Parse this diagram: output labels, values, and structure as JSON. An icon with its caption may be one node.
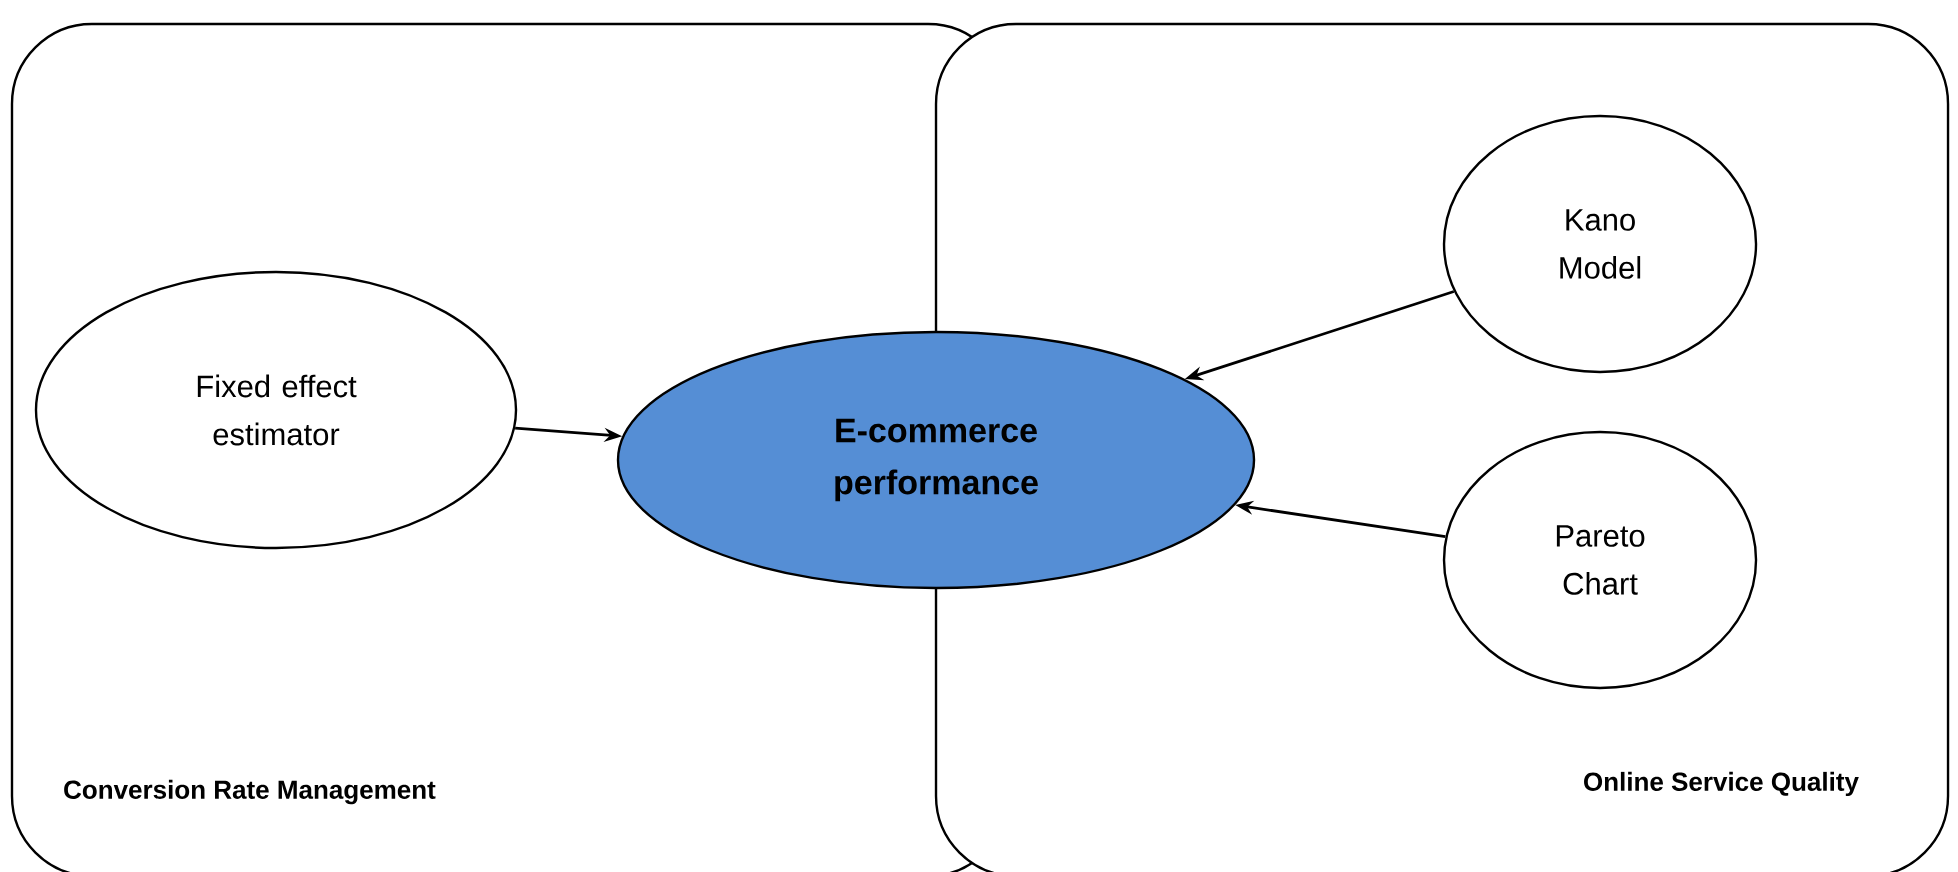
{
  "diagram": {
    "nodes": [
      {
        "text": [
          "Conversion Rate Management"
        ]
      },
      {
        "text": [
          "Online Service Quality"
        ]
      },
      {
        "text": [
          "Fixed effect estimator"
        ],
        "in": 0
      },
      {
        "text": [
          "E-commerce performance"
        ]
      },
      {
        "text": [
          "Kano Model"
        ],
        "in": 1
      },
      {
        "text": [
          "Pareto Chart"
        ],
        "in": 1
      }
    ],
    "edges": [
      {
        "from": 2,
        "to": 3,
        "arrow": "to"
      },
      {
        "from": 4,
        "to": 3,
        "arrow": "to"
      },
      {
        "from": 5,
        "to": 3,
        "arrow": "to"
      }
    ]
  }
}
